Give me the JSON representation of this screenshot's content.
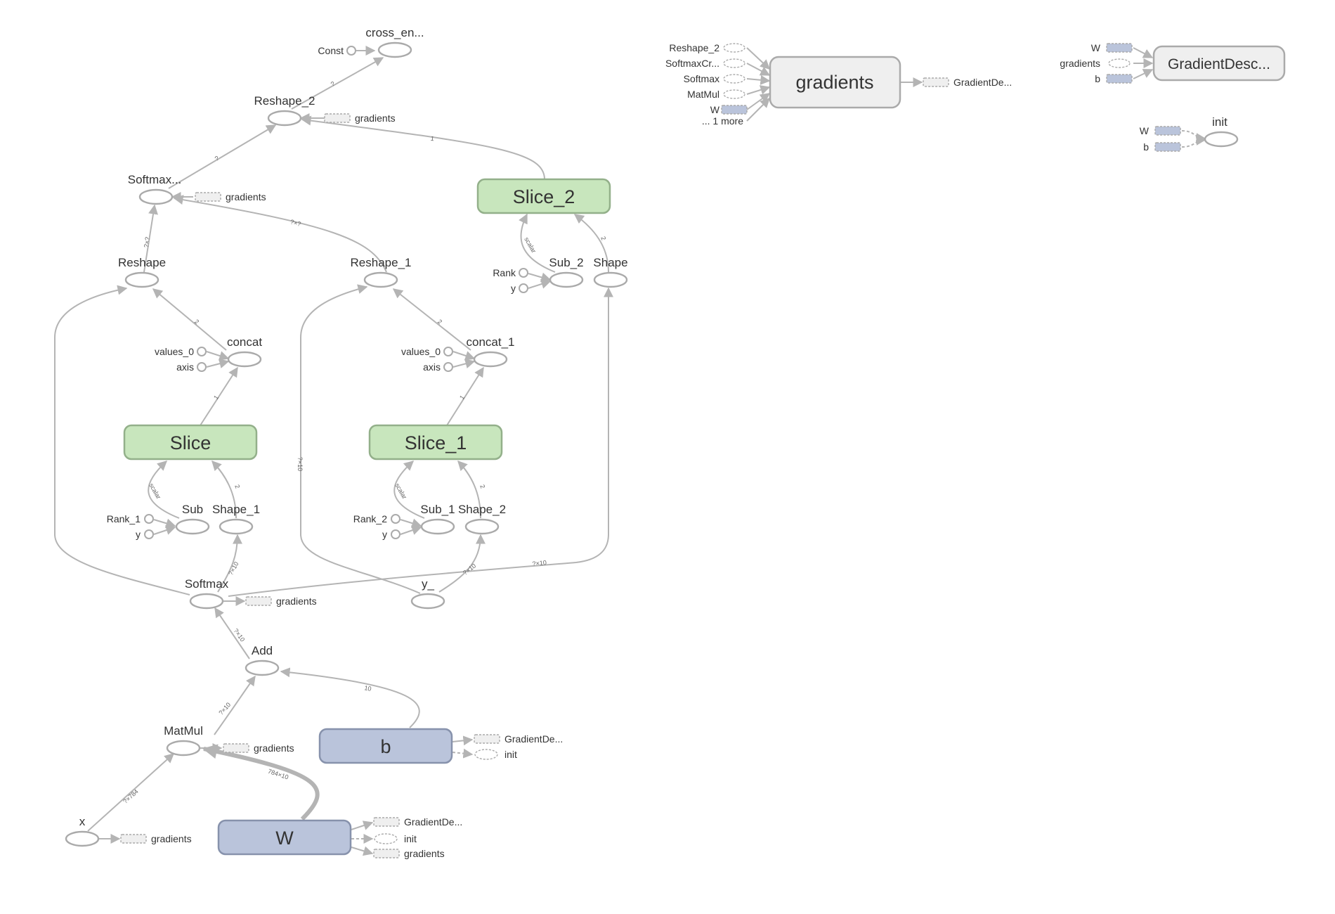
{
  "colors": {
    "slice_fill": "#c8e6bd",
    "slice_stroke": "#93b08a",
    "var_fill": "#bac4db",
    "var_stroke": "#8792ac",
    "gray_fill": "#efefef",
    "gray_stroke": "#aaaaaa",
    "edge": "#b4b4b4"
  },
  "nodes": {
    "cross_en": "cross_en...",
    "const": "Const",
    "reshape_2": "Reshape_2",
    "softmax_cross": "Softmax...",
    "slice_2": "Slice_2",
    "reshape": "Reshape",
    "reshape_1": "Reshape_1",
    "rank": "Rank",
    "y_a": "y",
    "sub_2": "Sub_2",
    "shape": "Shape",
    "concat": "concat",
    "values_0_a": "values_0",
    "axis_a": "axis",
    "concat_1": "concat_1",
    "values_0_b": "values_0",
    "axis_b": "axis",
    "slice": "Slice",
    "slice_1": "Slice_1",
    "rank_1": "Rank_1",
    "y_b": "y",
    "sub": "Sub",
    "shape_1": "Shape_1",
    "rank_2": "Rank_2",
    "y_c": "y",
    "sub_1": "Sub_1",
    "shape_2": "Shape_2",
    "softmax": "Softmax",
    "y_": "y_",
    "add": "Add",
    "matmul": "MatMul",
    "b": "b",
    "x": "x",
    "w": "W",
    "gradients_big": "gradients",
    "gradient_desc": "GradientDesc...",
    "init": "init"
  },
  "stubs": {
    "reshape_2_grad": "gradients",
    "softmax_cross_grad": "gradients",
    "softmax_grad": "gradients",
    "matmul_grad": "gradients",
    "x_grad": "gradients",
    "b_gd": "GradientDe...",
    "b_init": "init",
    "w_gd": "GradientDe...",
    "w_init": "init",
    "w_grad": "gradients",
    "gradients_out": "GradientDe..."
  },
  "gradients_inputs": [
    "Reshape_2",
    "SoftmaxCr...",
    "Softmax",
    "MatMul",
    "W",
    "... 1 more"
  ],
  "gd_inputs": [
    "W",
    "gradients",
    "b"
  ],
  "init_inputs": [
    "W",
    "b"
  ],
  "edge_labels": {
    "x_matmul": "?×784",
    "w_matmul": "784×10",
    "matmul_add": "?×10",
    "b_add": "10",
    "add_softmax": "?×10",
    "softmax_shape1": "?×10",
    "softmax_shape": "?×10",
    "y_shape2": "?×10",
    "y_reshape1": "?×10",
    "sub_slice": "scalar",
    "shape1_slice": "2",
    "sub1_slice1": "scalar",
    "shape2_slice1": "2",
    "slice_concat": "1",
    "slice1_concat1": "1",
    "concat_reshape": "2",
    "concat1_reshape1": "2",
    "reshape_sm": "?×?",
    "reshape1_sm": "?×?",
    "sm_reshape2": "?",
    "slice2_reshape2": "1",
    "reshape2_cross": "?",
    "sub2_slice2": "scalar",
    "shape_slice2": "2"
  }
}
